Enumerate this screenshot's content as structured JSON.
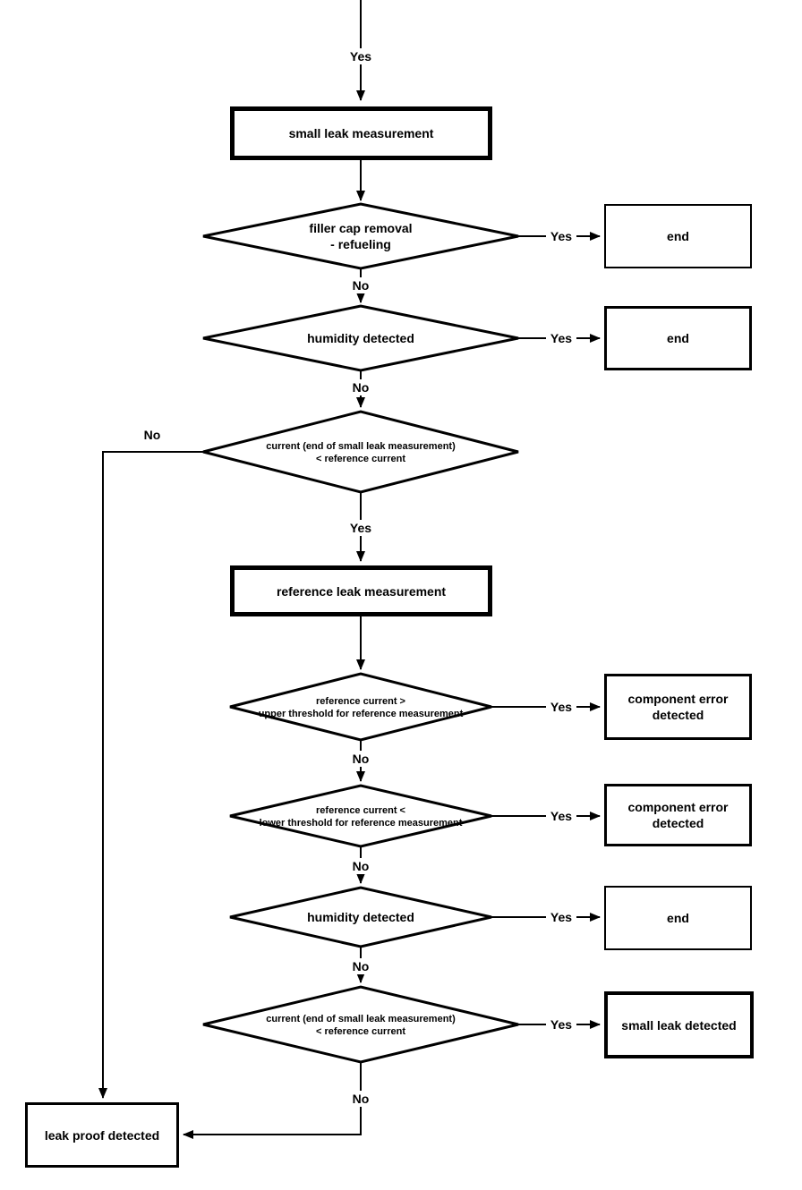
{
  "diagram": {
    "entry_label": "Yes",
    "processes": [
      {
        "label": "small leak measurement"
      },
      {
        "label": "reference leak measurement"
      }
    ],
    "decisions": [
      {
        "lines": [
          "filler cap removal",
          "- refueling"
        ],
        "yes": "Yes",
        "no": "No"
      },
      {
        "lines": [
          "humidity detected"
        ],
        "yes": "Yes",
        "no": "No"
      },
      {
        "lines": [
          "current (end of small leak measurement)",
          "<  reference current"
        ],
        "yes": "Yes",
        "no": "No"
      },
      {
        "lines": [
          "reference current  >",
          "upper threshold for reference measurement"
        ],
        "yes": "Yes",
        "no": "No"
      },
      {
        "lines": [
          "reference current  <",
          "lower threshold for reference measurement"
        ],
        "yes": "Yes",
        "no": "No"
      },
      {
        "lines": [
          "humidity detected"
        ],
        "yes": "Yes",
        "no": "No"
      },
      {
        "lines": [
          "current (end of small leak measurement)",
          "<  reference current"
        ],
        "yes": "Yes",
        "no": "No"
      }
    ],
    "terminals": [
      {
        "label": "end"
      },
      {
        "label": "end"
      },
      {
        "label": "component error detected"
      },
      {
        "label": "component error detected"
      },
      {
        "label": "end"
      },
      {
        "label": "small leak detected"
      },
      {
        "label": "leak proof detected"
      }
    ],
    "colors": {
      "line": "#000000",
      "background": "#ffffff"
    }
  }
}
